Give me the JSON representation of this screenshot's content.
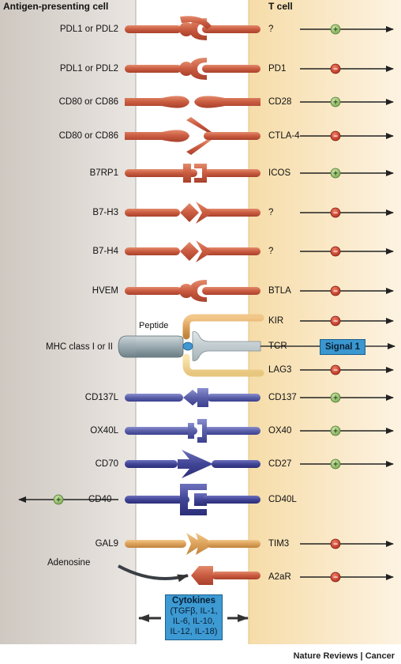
{
  "headers": {
    "left": "Antigen-presenting cell",
    "right": "T cell"
  },
  "rows": [
    {
      "id": "pdl-q",
      "left": "PDL1 or PDL2",
      "right": "?",
      "sign": "+"
    },
    {
      "id": "pdl-pd1",
      "left": "PDL1 or PDL2",
      "right": "PD1",
      "sign": "−"
    },
    {
      "id": "cd80-cd28",
      "left": "CD80 or CD86",
      "right": "CD28",
      "sign": "+"
    },
    {
      "id": "cd80-ctla4",
      "left": "CD80 or CD86",
      "right": "CTLA-4",
      "sign": "−"
    },
    {
      "id": "b7rp1",
      "left": "B7RP1",
      "right": "ICOS",
      "sign": "+"
    },
    {
      "id": "b7h3",
      "left": "B7-H3",
      "right": "?",
      "sign": "−"
    },
    {
      "id": "b7h4",
      "left": "B7-H4",
      "right": "?",
      "sign": "−"
    },
    {
      "id": "hvem",
      "left": "HVEM",
      "right": "BTLA",
      "sign": "−"
    },
    {
      "id": "kir",
      "left": "",
      "right": "KIR",
      "sign": "−"
    },
    {
      "id": "tcr",
      "left": "",
      "right": "TCR",
      "sign": ""
    },
    {
      "id": "lag3",
      "left": "",
      "right": "LAG3",
      "sign": "−"
    },
    {
      "id": "cd137",
      "left": "CD137L",
      "right": "CD137",
      "sign": "+"
    },
    {
      "id": "ox40",
      "left": "OX40L",
      "right": "OX40",
      "sign": "+"
    },
    {
      "id": "cd27",
      "left": "CD70",
      "right": "CD27",
      "sign": "+"
    },
    {
      "id": "cd40",
      "left": "CD40",
      "right": "CD40L",
      "sign": "+"
    },
    {
      "id": "tim3",
      "left": "GAL9",
      "right": "TIM3",
      "sign": "−"
    },
    {
      "id": "a2ar",
      "left": "",
      "right": "A2aR",
      "sign": "−"
    }
  ],
  "mhc_label": "MHC class I or II",
  "peptide_label": "Peptide",
  "signal1_label": "Signal 1",
  "adenosine_label": "Adenosine",
  "cytokines": {
    "title": "Cytokines",
    "lines": [
      "(TGFβ, IL-1,",
      "IL-6, IL-10,",
      "IL-12, IL-18)"
    ]
  },
  "credit": "Nature Reviews | Cancer",
  "colors": {
    "inhibitory": "#c0392b",
    "stimulatory": "#8fbf6a",
    "salmon": "#cf6a4f",
    "purple": "#5a5fa8",
    "darkpurple": "#3f4394",
    "tan": "#dfa85f"
  }
}
